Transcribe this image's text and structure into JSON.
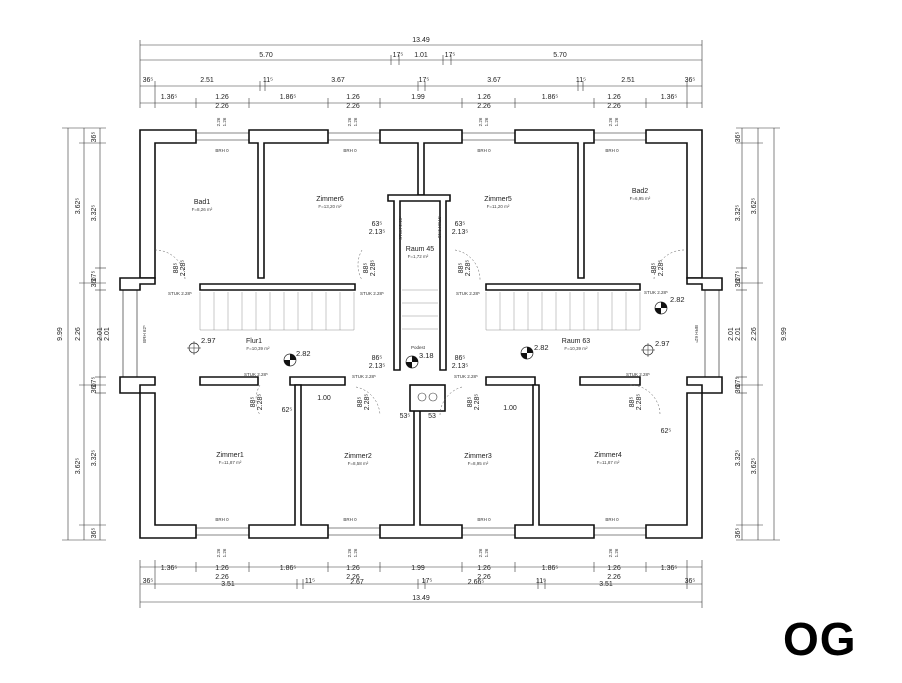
{
  "floor_label": "OG",
  "rooms": {
    "bad1": {
      "name": "Bad1",
      "area": "F=8,26 m²"
    },
    "zimmer6": {
      "name": "Zimmer6",
      "area": "F=13,20 m²"
    },
    "zimmer5": {
      "name": "Zimmer5",
      "area": "F=11,20 m²"
    },
    "bad2": {
      "name": "Bad2",
      "area": "F=6,95 m²"
    },
    "raum45": {
      "name": "Raum 45",
      "area": "F=1,72 m²"
    },
    "flur1": {
      "name": "Flur1",
      "area": "F=10,39 m²"
    },
    "raum63": {
      "name": "Raum 63",
      "area": "F=10,39 m²"
    },
    "zimmer1": {
      "name": "Zimmer1",
      "area": "F=11,87 m²"
    },
    "zimmer2": {
      "name": "Zimmer2",
      "area": "F=8,58 m²"
    },
    "zimmer3": {
      "name": "Zimmer3",
      "area": "F=8,95 m²"
    },
    "zimmer4": {
      "name": "Zimmer4",
      "area": "F=11,87 m²"
    }
  },
  "top_dims": {
    "total": "13.49",
    "row2": [
      "5.70",
      "17⁵",
      "1.01",
      "17⁵",
      "5.70"
    ],
    "row3": [
      "36⁵",
      "2.51",
      "11⁵",
      "3.67",
      "17⁵",
      "3.67",
      "11⁵",
      "2.51",
      "36⁵"
    ],
    "row4": [
      "1.36⁵",
      "1.26",
      "1.86⁵",
      "1.26",
      "1.99",
      "1.26",
      "1.86⁵",
      "1.26",
      "1.36⁵"
    ],
    "row4b": [
      "2.26",
      "2.26",
      "2.26",
      "2.26"
    ]
  },
  "bottom_dims": {
    "row1": [
      "1.36⁵",
      "1.26",
      "1.86⁵",
      "1.26",
      "1.99",
      "1.26",
      "1.86⁵",
      "1.26",
      "1.36⁵"
    ],
    "row1b": [
      "2.26",
      "2.26",
      "2.26",
      "2.26"
    ],
    "row2": [
      "36⁵",
      "3.51",
      "11⁵",
      "2.67",
      "17⁵",
      "2.66⁵",
      "11⁵",
      "3.51",
      "36⁵"
    ],
    "total": "13.49"
  },
  "left_dims": {
    "total": "9.99",
    "row_a": [
      "36⁵",
      "3.62⁵",
      "3.32⁵",
      "36⁵",
      "17⁵",
      "2.26",
      "2.01",
      "2.01",
      "17⁵",
      "36⁵",
      "3.32⁵",
      "3.62⁵",
      "36⁵"
    ],
    "opening": "2.26"
  },
  "right_dims": {
    "total": "9.99",
    "row_a": [
      "36⁵",
      "3.62⁵",
      "3.32⁵",
      "36⁵",
      "17⁵",
      "2.26",
      "2.01",
      "2.01",
      "17⁵",
      "36⁵",
      "3.32⁵",
      "3.62⁵",
      "36⁵"
    ]
  },
  "window_dims": {
    "top": [
      "1.26",
      "2.26"
    ],
    "h": "2.26",
    "w": "1.26"
  },
  "labels": {
    "brh": "BRH 0",
    "stuk": "STUK 2.28⁵",
    "door_w": "88⁵",
    "door_h": "2.28⁵",
    "d63": "63⁵",
    "d213": "2.13⁵",
    "d86": "86⁵",
    "d1_00": "1.00",
    "d62": "62⁵",
    "d53a": "53⁵",
    "d53b": "53",
    "lvl282": "2.82",
    "lvl297": "2.97",
    "lvl318": "3.18",
    "podest": "Podest",
    "stuk_vert": "STUK 2.13⁵",
    "brh_vert": "BRH 62⁵"
  },
  "colors": {
    "wall_fill": "#ffffff",
    "wall_stroke": "#111111",
    "dim_line": "#333333"
  }
}
